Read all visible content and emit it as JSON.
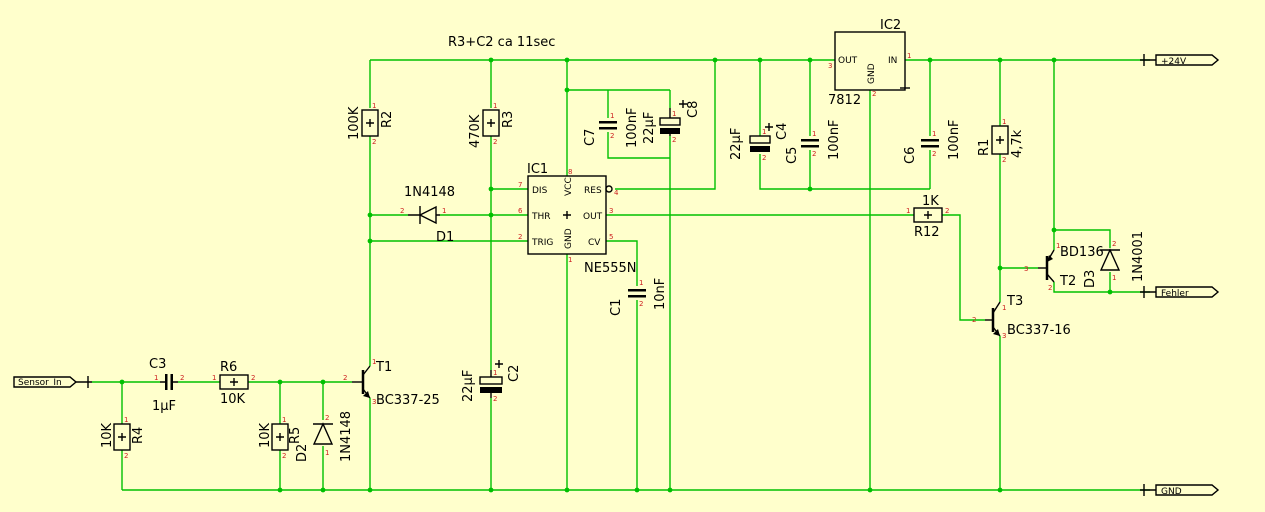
{
  "colors": {
    "background": "#ffffcc",
    "wire": "#00c000",
    "component": "#000000",
    "pin_number": "#cc2020"
  },
  "annotation": "R3+C2 ca 11sec",
  "ports": {
    "sensor_in": "Sensor_In",
    "v24": "+24V",
    "fehler": "Fehler",
    "gnd": "GND"
  },
  "ic1": {
    "name": "IC1",
    "value": "NE555N",
    "pins": {
      "dis": "DIS",
      "thr": "THR",
      "trig": "TRIG",
      "vcc": "VCC",
      "gnd": "GND",
      "res": "RES",
      "out": "OUT",
      "cv": "CV"
    }
  },
  "ic2": {
    "name": "IC2",
    "value": "7812",
    "pins": {
      "out": "OUT",
      "gnd": "GND",
      "in": "IN"
    }
  },
  "resistors": {
    "r1": {
      "name": "R1",
      "value": "4,7k"
    },
    "r2": {
      "name": "R2",
      "value": "100K"
    },
    "r3": {
      "name": "R3",
      "value": "470K"
    },
    "r4": {
      "name": "R4",
      "value": "10K"
    },
    "r5": {
      "name": "R5",
      "value": "10K"
    },
    "r6": {
      "name": "R6",
      "value": "10K"
    },
    "r12": {
      "name": "R12",
      "value": "1K"
    }
  },
  "capacitors": {
    "c1": {
      "name": "C1",
      "value": "10nF"
    },
    "c2": {
      "name": "C2",
      "value": "22µF"
    },
    "c3": {
      "name": "C3",
      "value": "1µF"
    },
    "c4": {
      "name": "C4",
      "value": "22µF"
    },
    "c5": {
      "name": "C5",
      "value": "100nF"
    },
    "c6": {
      "name": "C6",
      "value": "100nF"
    },
    "c7": {
      "name": "C7",
      "value": "100nF"
    },
    "c8": {
      "name": "C8",
      "value": "22µF"
    }
  },
  "diodes": {
    "d1": {
      "name": "D1",
      "value": "1N4148"
    },
    "d2": {
      "name": "D2",
      "value": "1N4148"
    },
    "d3": {
      "name": "D3",
      "value": "1N4001"
    }
  },
  "transistors": {
    "t1": {
      "name": "T1",
      "value": "BC337-25"
    },
    "t2": {
      "name": "T2",
      "value": "BD136"
    },
    "t3": {
      "name": "T3",
      "value": "BC337-16"
    }
  },
  "pin_numbers": {
    "p1": "1",
    "p2": "2",
    "p3": "3",
    "p4": "4",
    "p5": "5",
    "p6": "6",
    "p7": "7",
    "p8": "8"
  }
}
